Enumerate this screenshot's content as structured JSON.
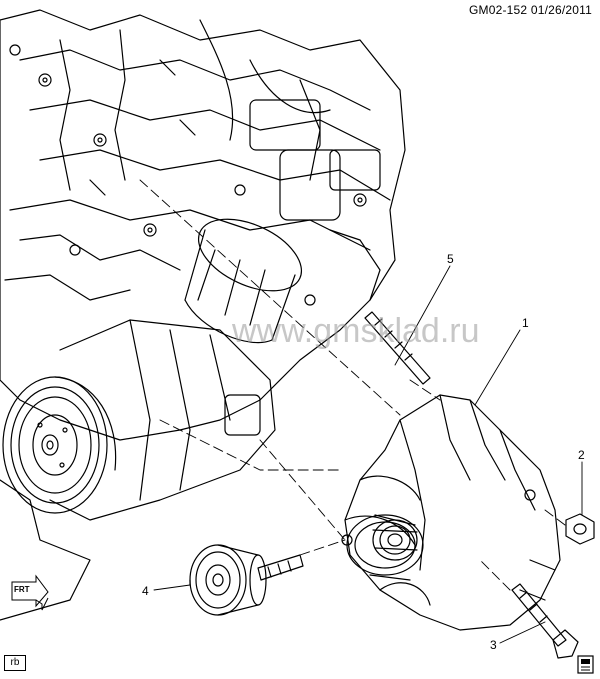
{
  "header": {
    "code": "GM02-152",
    "date": "01/26/2011"
  },
  "watermark": "www.gmsklad.ru",
  "front_indicator": "FRT",
  "corner_tag": "rb",
  "callouts": [
    {
      "number": "1"
    },
    {
      "number": "2"
    },
    {
      "number": "3"
    },
    {
      "number": "4"
    },
    {
      "number": "5"
    }
  ]
}
